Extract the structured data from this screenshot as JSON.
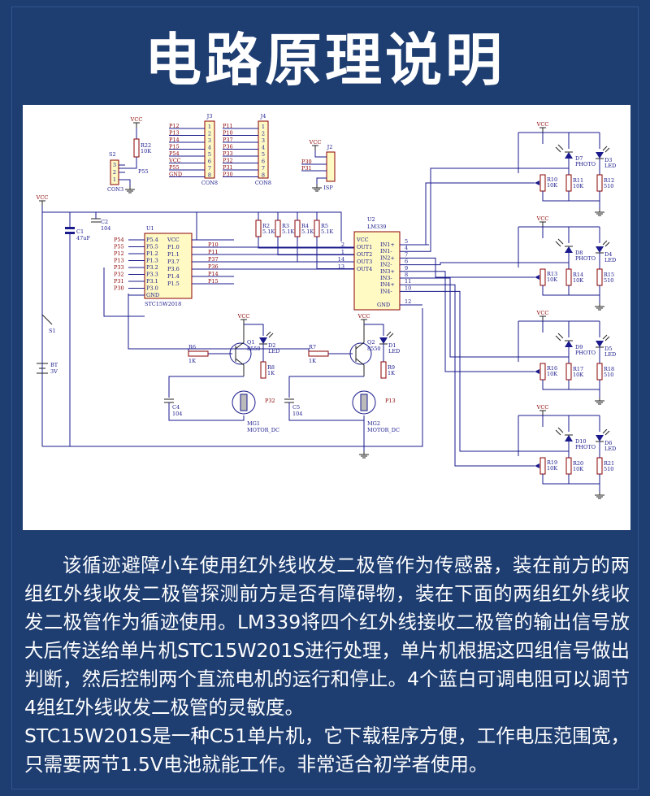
{
  "title": "电路原理说明",
  "schematic": {
    "vcc": "VCC",
    "gnd": "GND",
    "u1": {
      "ref": "U1",
      "part": "STC15W2018",
      "left_pins": [
        "P5.4",
        "P5.5",
        "P1.2",
        "P1.3",
        "P3.2",
        "P3.3",
        "P3.1",
        "P3.0",
        "GND"
      ],
      "right_pins": [
        "VCC",
        "P1.0",
        "P1.1",
        "P3.7",
        "P3.6",
        "P1.4",
        "P1.5"
      ],
      "left_nets": [
        "P54",
        "P55",
        "P12",
        "P13",
        "P33",
        "P32",
        "P31",
        "P30"
      ],
      "right_nets": [
        "P10",
        "P11",
        "P37",
        "P36",
        "P14",
        "P15"
      ]
    },
    "u2": {
      "ref": "U2",
      "part": "LM339",
      "left_pins": [
        "VCC",
        "OUT1",
        "OUT2",
        "OUT3",
        "OUT4"
      ],
      "right_pins": [
        "IN1+",
        "IN1-",
        "IN2+",
        "IN2-",
        "IN3+",
        "IN3-",
        "IN4+",
        "IN4-"
      ]
    },
    "j3": {
      "ref": "J3",
      "part": "CON8",
      "nets": [
        "P12",
        "P13",
        "P14",
        "P15",
        "P54",
        "VCC",
        "P55",
        "GND"
      ]
    },
    "j4": {
      "ref": "J4",
      "part": "CON8",
      "nets": [
        "P11",
        "P10",
        "P37",
        "P36",
        "P33",
        "P32",
        "P31",
        "P30"
      ]
    },
    "s2": {
      "ref": "S2",
      "part": "CON3"
    },
    "j2": {
      "ref": "J2",
      "part": "ISP",
      "nets": [
        "P30",
        "P31"
      ]
    },
    "r22": {
      "ref": "R22",
      "value": "10K",
      "net": "P55"
    },
    "c1": {
      "ref": "C1",
      "value": "47uF"
    },
    "c2": {
      "ref": "C2",
      "value": "104"
    },
    "bt": {
      "ref": "BT",
      "value": "3V"
    },
    "s1": {
      "ref": "S1"
    },
    "pullups": [
      {
        "ref": "R2",
        "value": "5.1K"
      },
      {
        "ref": "R3",
        "value": "5.1K"
      },
      {
        "ref": "R4",
        "value": "5.1K"
      },
      {
        "ref": "R5",
        "value": "5.1K"
      }
    ],
    "motors": [
      {
        "base_r": "R6",
        "base_v": "1K",
        "q": "Q1",
        "qv": "8550",
        "led": "D2",
        "ledv": "LED",
        "rled": "R8",
        "rledv": "1K",
        "net": "P32",
        "cap": "C4",
        "capv": "104",
        "mg": "MG1",
        "mgv": "MOTOR_DC"
      },
      {
        "base_r": "R7",
        "base_v": "1K",
        "q": "Q2",
        "qv": "8550",
        "led": "D1",
        "ledv": "LED",
        "rled": "R9",
        "rledv": "1K",
        "net": "P13",
        "cap": "C5",
        "capv": "104",
        "mg": "MG2",
        "mgv": "MOTOR_DC"
      }
    ],
    "sensors": [
      {
        "pot": "R10",
        "potv": "10K",
        "photo": "D7",
        "photov": "PHOTO",
        "rp": "R11",
        "rpv": "10K",
        "led": "D3",
        "ledv": "LED",
        "rl": "R12",
        "rlv": "510"
      },
      {
        "pot": "R13",
        "potv": "10K",
        "photo": "D8",
        "photov": "PHOTO",
        "rp": "R14",
        "rpv": "10K",
        "led": "D4",
        "ledv": "LED",
        "rl": "R15",
        "rlv": "510"
      },
      {
        "pot": "R16",
        "potv": "10K",
        "photo": "D9",
        "photov": "PHOTO",
        "rp": "R17",
        "rpv": "10K",
        "led": "D5",
        "ledv": "LED",
        "rl": "R18",
        "rlv": "510"
      },
      {
        "pot": "R19",
        "potv": "10K",
        "photo": "D10",
        "photov": "PHOTO",
        "rp": "R20",
        "rpv": "10K",
        "led": "D6",
        "ledv": "LED",
        "rl": "R21",
        "rlv": "510"
      }
    ]
  },
  "description": {
    "p1": "该循迹避障小车使用红外线收发二极管作为传感器，装在前方的两组红外线收发二极管探测前方是否有障碍物，装在下面的两组红外线收发二极管作为循迹使用。LM339将四个红外线接收二极管的输出信号放大后传送给单片机STC15W201S进行处理，单片机根据这四组信号做出判断，然后控制两个直流电机的运行和停止。4个蓝白可调电阻可以调节4组红外线收发二极管的灵敏度。",
    "p2": "STC15W201S是一种C51单片机，它下载程序方便，工作电压范围宽，只需要两节1.5V电池就能工作。非常适合初学者使用。"
  }
}
